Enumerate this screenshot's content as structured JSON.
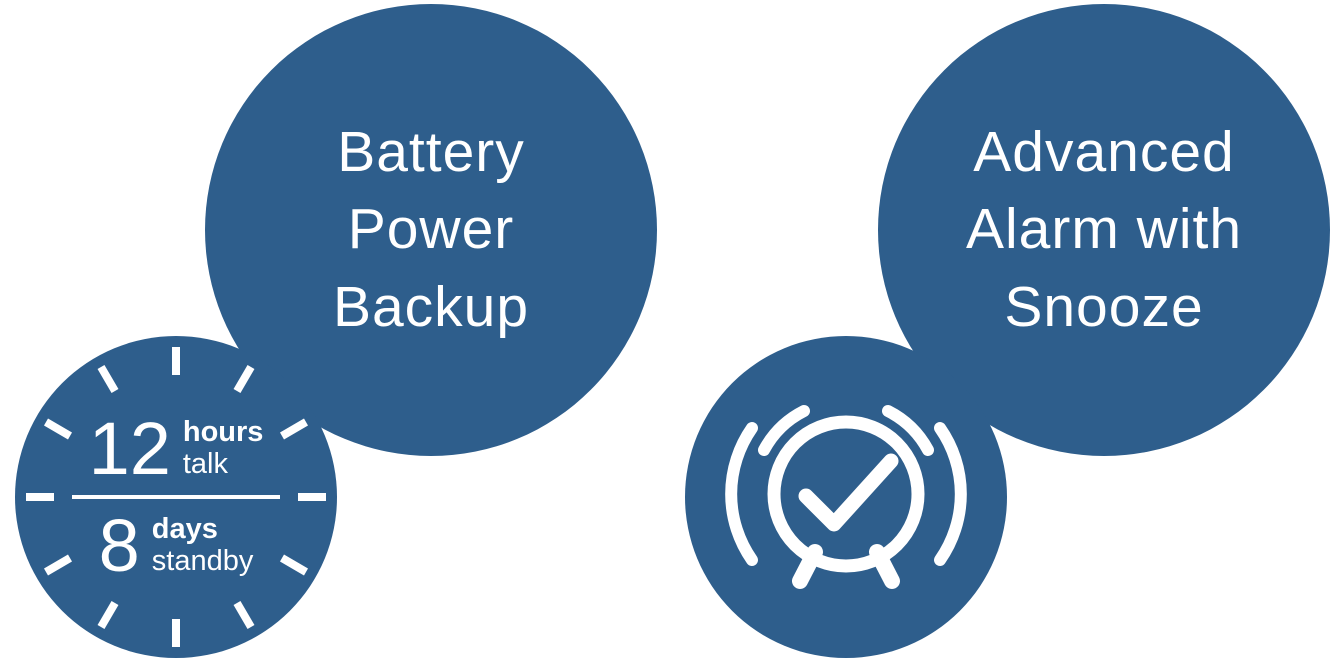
{
  "colors": {
    "page_bg": "#ffffff",
    "circle_blue": "#2e5e8c",
    "text_white": "#ffffff"
  },
  "features": [
    {
      "id": "battery-power-backup",
      "title_lines": [
        "Battery",
        "Power",
        "Backup"
      ],
      "badge": {
        "icon": "clock-face-icon",
        "rows": [
          {
            "value": "12",
            "unit": "hours",
            "label": "talk"
          },
          {
            "value": "8",
            "unit": "days",
            "label": "standby"
          }
        ]
      }
    },
    {
      "id": "advanced-alarm-snooze",
      "title_lines": [
        "Advanced",
        "Alarm with",
        "Snooze"
      ],
      "badge": {
        "icon": "alarm-clock-check-icon"
      }
    }
  ]
}
